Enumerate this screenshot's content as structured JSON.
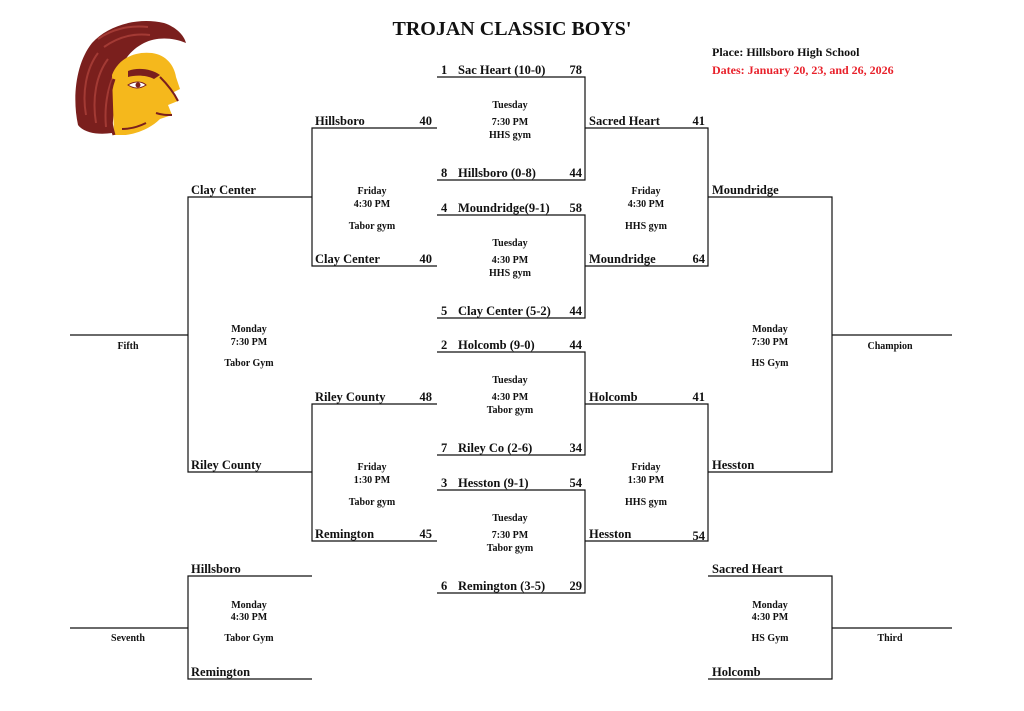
{
  "header": {
    "title": "TROJAN CLASSIC BOYS'",
    "place": "Place: Hillsboro High School",
    "dates": "Dates: January 20, 23, and 26, 2026"
  },
  "logo": {
    "icon": "trojan-helmet-icon",
    "colors": {
      "maroon": "#7a1f1d",
      "gold": "#f5b81c"
    }
  },
  "colors": {
    "dates": "#e8202a",
    "lines": "#111111"
  },
  "first_round": [
    {
      "top": {
        "seed": "1",
        "name": "Sac Heart (10-0)",
        "score": "78"
      },
      "info": {
        "day": "Tuesday",
        "time": "7:30 PM",
        "site": "HHS gym"
      },
      "bottom": {
        "seed": "8",
        "name": "Hillsboro (0-8)",
        "score": "44"
      }
    },
    {
      "top": {
        "seed": "4",
        "name": "Moundridge(9-1)",
        "score": "58"
      },
      "info": {
        "day": "Tuesday",
        "time": "4:30 PM",
        "site": "HHS gym"
      },
      "bottom": {
        "seed": "5",
        "name": "Clay Center (5-2)",
        "score": "44"
      }
    },
    {
      "top": {
        "seed": "2",
        "name": "Holcomb (9-0)",
        "score": "44"
      },
      "info": {
        "day": "Tuesday",
        "time": "4:30 PM",
        "site": "Tabor gym"
      },
      "bottom": {
        "seed": "7",
        "name": "Riley Co (2-6)",
        "score": "34"
      }
    },
    {
      "top": {
        "seed": "3",
        "name": "Hesston (9-1)",
        "score": "54"
      },
      "info": {
        "day": "Tuesday",
        "time": "7:30 PM",
        "site": "Tabor gym"
      },
      "bottom": {
        "seed": "6",
        "name": "Remington (3-5)",
        "score": "29"
      }
    }
  ],
  "consolation": [
    {
      "top": {
        "name": "Hillsboro",
        "score": "40"
      },
      "info": {
        "day": "Friday",
        "time": "4:30 PM",
        "site": "Tabor gym"
      },
      "bottom": {
        "name": "Clay Center",
        "score": "40"
      }
    },
    {
      "top": {
        "name": "Riley County",
        "score": "48"
      },
      "info": {
        "day": "Friday",
        "time": "1:30 PM",
        "site": "Tabor gym"
      },
      "bottom": {
        "name": "Remington",
        "score": "45"
      }
    }
  ],
  "semifinals": [
    {
      "top": {
        "name": "Sacred Heart",
        "score": "41"
      },
      "info": {
        "day": "Friday",
        "time": "4:30 PM",
        "site": "HHS gym"
      },
      "bottom": {
        "name": "Moundridge",
        "score": "64"
      }
    },
    {
      "top": {
        "name": "Holcomb",
        "score": "41"
      },
      "info": {
        "day": "Friday",
        "time": "1:30 PM",
        "site": "HHS gym"
      },
      "bottom": {
        "name": "Hesston",
        "score": "54"
      }
    }
  ],
  "fifth_place": {
    "top": "Clay Center",
    "bottom": "Riley County",
    "info": {
      "day": "Monday",
      "time": "7:30 PM",
      "site": "Tabor Gym"
    },
    "label": "Fifth"
  },
  "championship": {
    "top": "Moundridge",
    "bottom": "Hesston",
    "info": {
      "day": "Monday",
      "time": "7:30 PM",
      "site": "HS Gym"
    },
    "label": "Champion"
  },
  "seventh_place": {
    "top": "Hillsboro",
    "bottom": "Remington",
    "info": {
      "day": "Monday",
      "time": "4:30 PM",
      "site": "Tabor Gym"
    },
    "label": "Seventh"
  },
  "third_place": {
    "top": "Sacred Heart",
    "bottom": "Holcomb",
    "info": {
      "day": "Monday",
      "time": "4:30 PM",
      "site": "HS Gym"
    },
    "label": "Third"
  }
}
